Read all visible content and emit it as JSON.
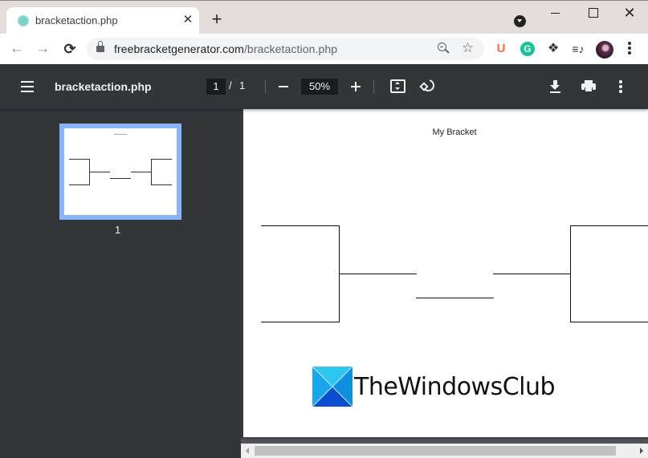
{
  "browser": {
    "tab": {
      "title": "bracketaction.php",
      "favicon": "teal-circle-icon",
      "close_glyph": "✕"
    },
    "new_tab_glyph": "+",
    "window_controls": {
      "minimize": "minimize",
      "maximize": "maximize",
      "close": "✕"
    },
    "nav": {
      "back": "←",
      "forward": "→",
      "reload": "C"
    },
    "address": {
      "host": "freebracketgenerator.com",
      "path": "/bracketaction.php"
    },
    "extensions": [
      {
        "name": "u-extension",
        "glyph": "U",
        "color": "#f26a3d"
      },
      {
        "name": "grammarly",
        "glyph": "G",
        "color": "#15c39a"
      },
      {
        "name": "extensions-puzzle",
        "glyph": "✱"
      },
      {
        "name": "media-control",
        "glyph": "≡♪"
      }
    ]
  },
  "pdf_viewer": {
    "title": "bracketaction.php",
    "current_page": "1",
    "page_separator": "/",
    "total_pages": "1",
    "zoom": "50%",
    "colors": {
      "toolbar": "#323639",
      "sidebar": "#323639",
      "thumb_highlight": "#8ab4f8",
      "viewer_bg": "#525659"
    }
  },
  "sidebar": {
    "thumbnails": [
      {
        "page_label": "1",
        "selected": true
      }
    ]
  },
  "document": {
    "title": "My Bracket",
    "watermark": "TheWindowsClub"
  },
  "scrollbar": {
    "left_arrow": "◀",
    "right_arrow": "▶"
  }
}
